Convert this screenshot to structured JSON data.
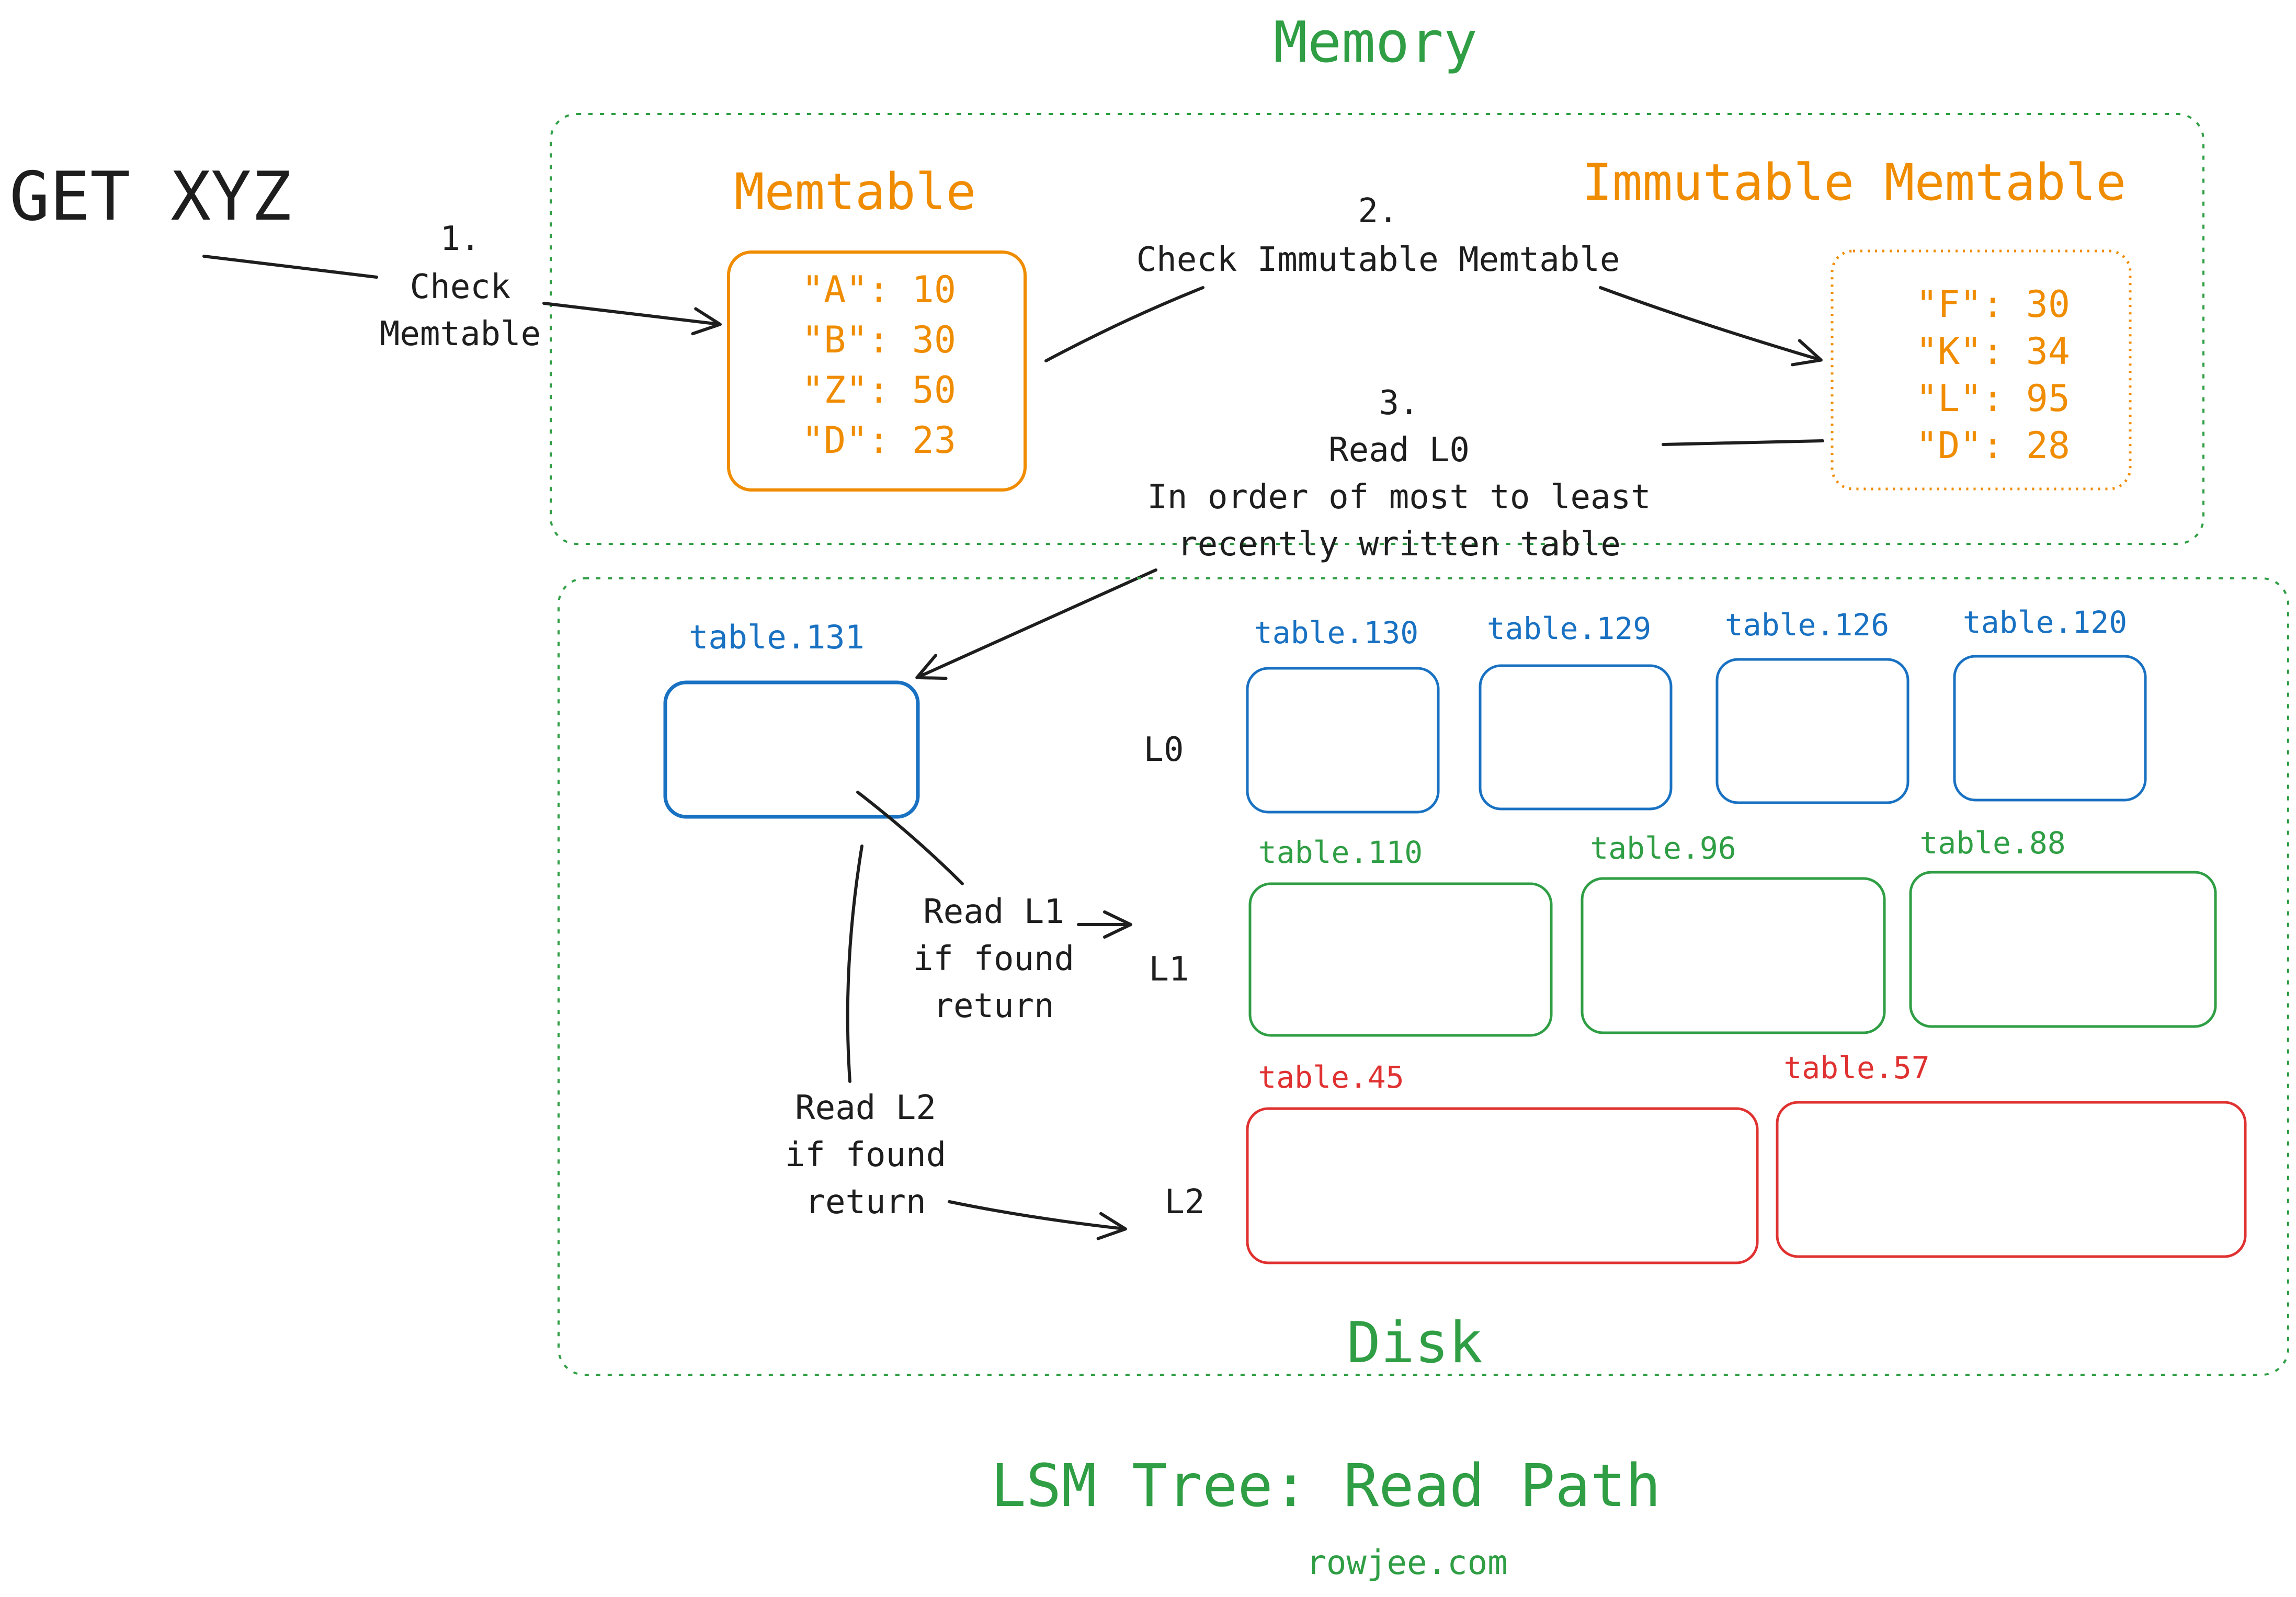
{
  "colors": {
    "green": "#2f9e44",
    "orange": "#f08c00",
    "blue": "#1971c2",
    "red": "#e03131",
    "ink": "#1e1e1e"
  },
  "memory": {
    "title": "Memory",
    "memtable": {
      "title": "Memtable",
      "entries": [
        "\"A\": 10",
        "\"B\": 30",
        "\"Z\": 50",
        "\"D\": 23"
      ]
    },
    "immutable": {
      "title": "Immutable Memtable",
      "entries": [
        "\"F\": 30",
        "\"K\": 34",
        "\"L\": 95",
        "\"D\": 28"
      ]
    }
  },
  "request": "GET XYZ",
  "steps": {
    "step1": [
      "1.",
      "Check",
      "Memtable"
    ],
    "step2": [
      "2.",
      "Check Immutable Memtable"
    ],
    "step3": [
      "3.",
      "Read L0",
      "In order of most to least",
      "recently written table"
    ],
    "read_l1": [
      "Read L1",
      "if found",
      "return"
    ],
    "read_l2": [
      "Read L2",
      "if found",
      "return"
    ]
  },
  "disk": {
    "title": "Disk",
    "levels": {
      "l0": {
        "label": "L0",
        "tables": [
          "table.130",
          "table.129",
          "table.126",
          "table.120"
        ]
      },
      "l1": {
        "label": "L1",
        "tables": [
          "table.110",
          "table.96",
          "table.88"
        ]
      },
      "l2": {
        "label": "L2",
        "tables": [
          "table.45",
          "table.57"
        ]
      }
    },
    "newest_table": "table.131"
  },
  "footer": {
    "title": "LSM Tree: Read Path",
    "site": "rowjee.com"
  }
}
